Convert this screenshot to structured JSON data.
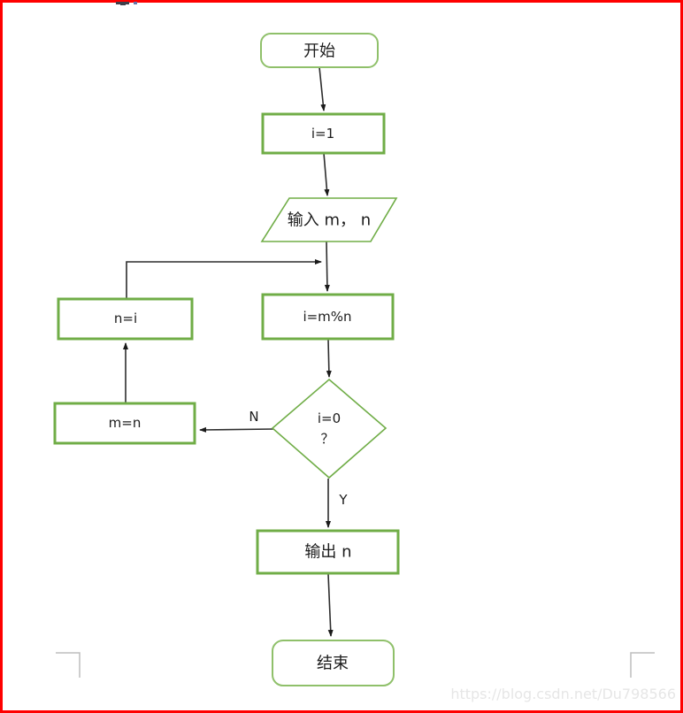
{
  "page": {
    "watermark": "https://blog.csdn.net/Du798566"
  },
  "diagram": {
    "title": "GCD (Euclidean algorithm) flowchart",
    "nodes": {
      "start": {
        "label": "开始",
        "shape": "terminator"
      },
      "init": {
        "label": "i=1",
        "shape": "process"
      },
      "input": {
        "label": "输入 m， n",
        "shape": "data-parallelogram"
      },
      "mod": {
        "label": "i=m%n",
        "shape": "process"
      },
      "n_eq_i": {
        "label": "n=i",
        "shape": "process"
      },
      "m_eq_n": {
        "label": "m=n",
        "shape": "process"
      },
      "decision": {
        "label": "i=0",
        "label2": "？",
        "shape": "decision"
      },
      "output": {
        "label": "输出 n",
        "shape": "process"
      },
      "end": {
        "label": "结束",
        "shape": "terminator"
      }
    },
    "edge_labels": {
      "no": "N",
      "yes": "Y"
    },
    "colors": {
      "shape_border": "#70ad47",
      "shape_border_light": "#8fc06a",
      "connector": "#2d2d2d",
      "page_border": "#ff0000",
      "watermark": "#e6e6e6",
      "corner_mark": "#bdbdbd"
    }
  }
}
